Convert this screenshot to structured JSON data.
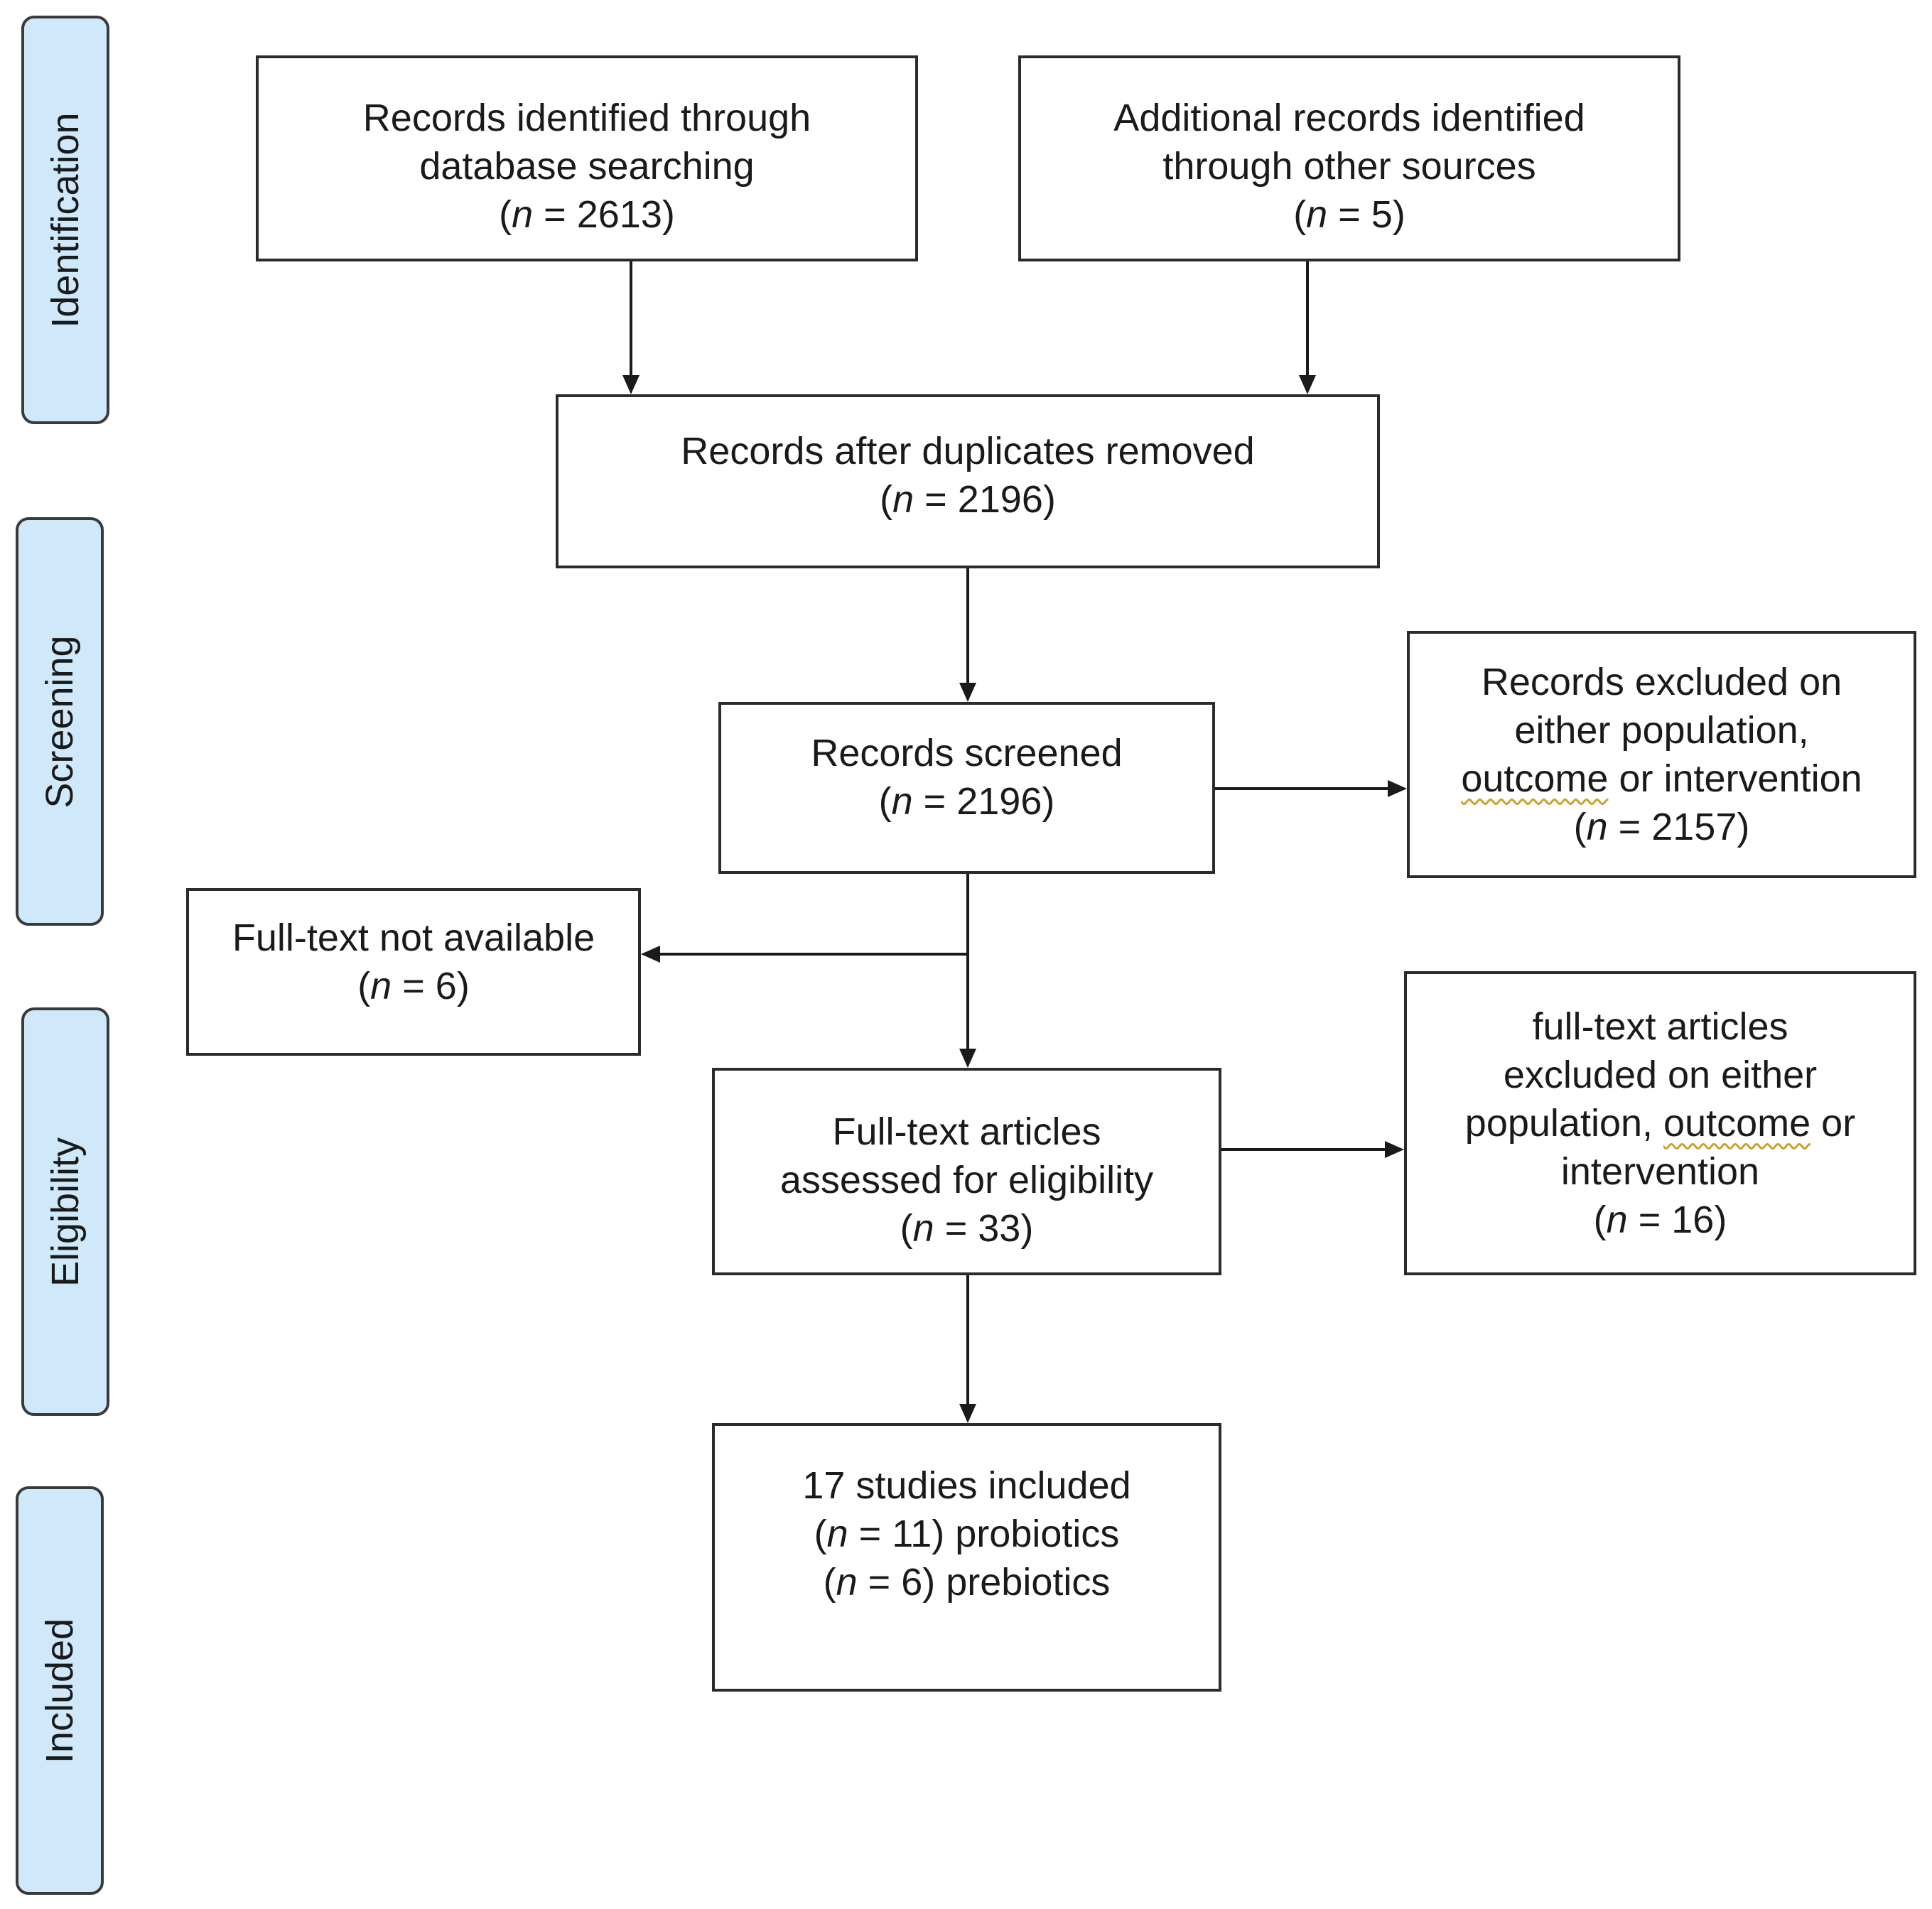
{
  "phases": [
    {
      "id": "identification",
      "label": "Identification"
    },
    {
      "id": "screening",
      "label": "Screening"
    },
    {
      "id": "eligibility",
      "label": "Eligibility"
    },
    {
      "id": "included",
      "label": "Included"
    }
  ],
  "boxes": {
    "database": {
      "lines": [
        "Records identified through",
        "database searching"
      ],
      "n_label": "n",
      "n_value": "2613"
    },
    "other_sources": {
      "lines": [
        "Additional records identified",
        "through other sources"
      ],
      "n_label": "n",
      "n_value": "5"
    },
    "after_duplicates": {
      "lines": [
        "Records after duplicates removed"
      ],
      "n_label": "n",
      "n_value": "2196"
    },
    "screened": {
      "lines": [
        "Records screened"
      ],
      "n_label": "n",
      "n_value": "2196"
    },
    "excluded_screening": {
      "line1": "Records excluded on",
      "line2": "either population,",
      "line3_word": "outcome",
      "line3_rest": " or intervention",
      "n_label": "n",
      "n_value": "2157"
    },
    "not_available": {
      "lines": [
        "Full-text not available"
      ],
      "n_label": "n",
      "n_value": "6"
    },
    "assessed": {
      "lines": [
        "Full-text articles",
        "assessed for eligibility"
      ],
      "n_label": "n",
      "n_value": "33"
    },
    "excluded_fulltext": {
      "line1": "full-text articles",
      "line2": "excluded on either",
      "line3_pre": "population, ",
      "line3_word": "outcome",
      "line3_rest": " or",
      "line4": "intervention",
      "n_label": "n",
      "n_value": "16"
    },
    "included": {
      "line1": "17 studies included",
      "probiotics_n_label": "n",
      "probiotics_n": "11",
      "probiotics_label": "probiotics",
      "prebiotics_n_label": "n",
      "prebiotics_n": "6",
      "prebiotics_label": "prebiotics"
    }
  }
}
